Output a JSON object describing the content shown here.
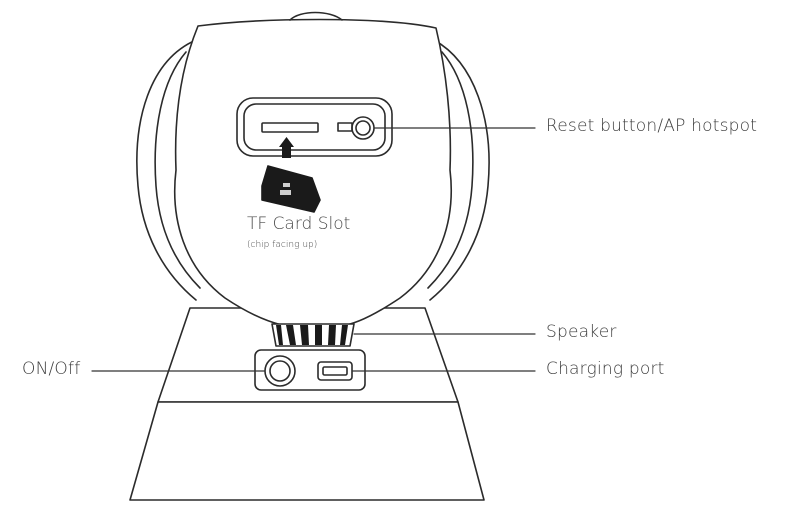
{
  "figure": {
    "callouts": {
      "reset": "Reset button/AP hotspot",
      "speaker": "Speaker",
      "charging": "Charging port",
      "power": "ON/Off"
    },
    "slot_label": "TF Card Slot",
    "slot_note": "(chip facing up)"
  },
  "colors": {
    "outline": "#2b2b2b",
    "leader": "#333333",
    "card": "#1a1a1a",
    "label_text": "#3c3c3c"
  }
}
